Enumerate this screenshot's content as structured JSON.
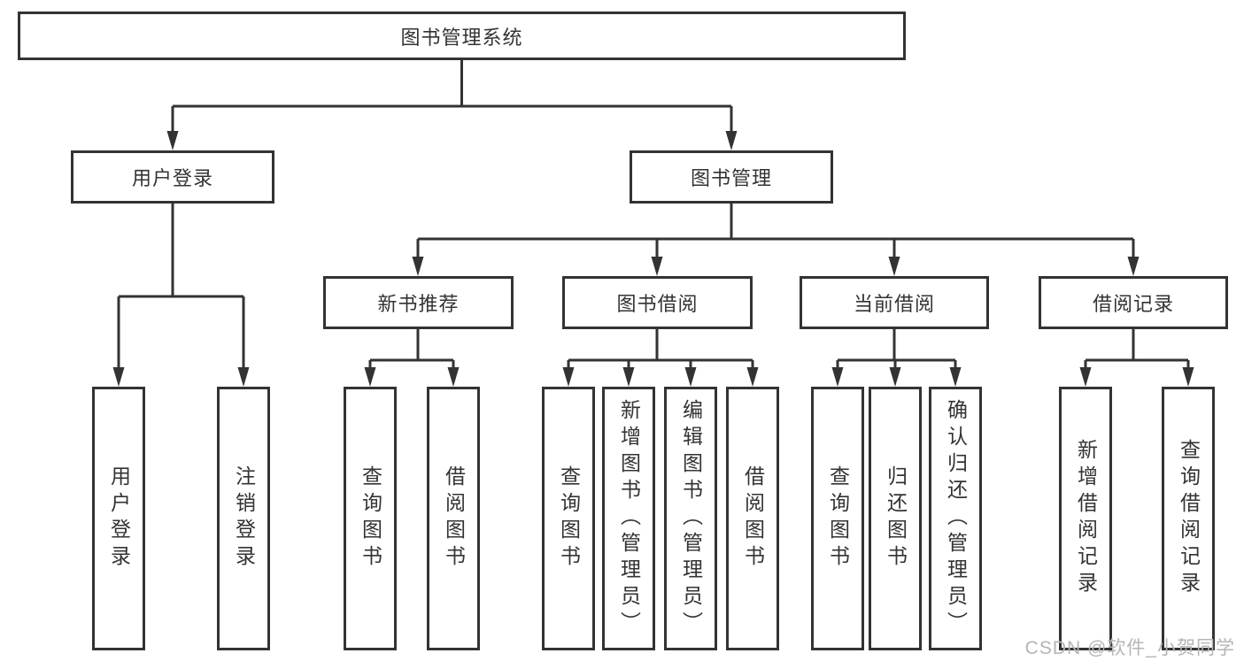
{
  "diagram": {
    "root": "图书管理系统",
    "children": [
      {
        "label": "用户登录",
        "children": [
          {
            "label": "用户登录"
          },
          {
            "label": "注销登录"
          }
        ]
      },
      {
        "label": "图书管理",
        "children": [
          {
            "label": "新书推荐",
            "children": [
              {
                "label": "查询图书"
              },
              {
                "label": "借阅图书"
              }
            ]
          },
          {
            "label": "图书借阅",
            "children": [
              {
                "label": "查询图书"
              },
              {
                "label": "新增图书（管理员）"
              },
              {
                "label": "编辑图书（管理员）"
              },
              {
                "label": "借阅图书"
              }
            ]
          },
          {
            "label": "当前借阅",
            "children": [
              {
                "label": "查询图书"
              },
              {
                "label": "归还图书"
              },
              {
                "label": "确认归还（管理员）"
              }
            ]
          },
          {
            "label": "借阅记录",
            "children": [
              {
                "label": "新增借阅记录"
              },
              {
                "label": "查询借阅记录"
              }
            ]
          }
        ]
      }
    ]
  },
  "watermark": "CSDN @软件_小贺同学",
  "colors": {
    "line": "#333333",
    "text": "#333333",
    "watermark": "#b5b5b5",
    "background": "#ffffff"
  }
}
